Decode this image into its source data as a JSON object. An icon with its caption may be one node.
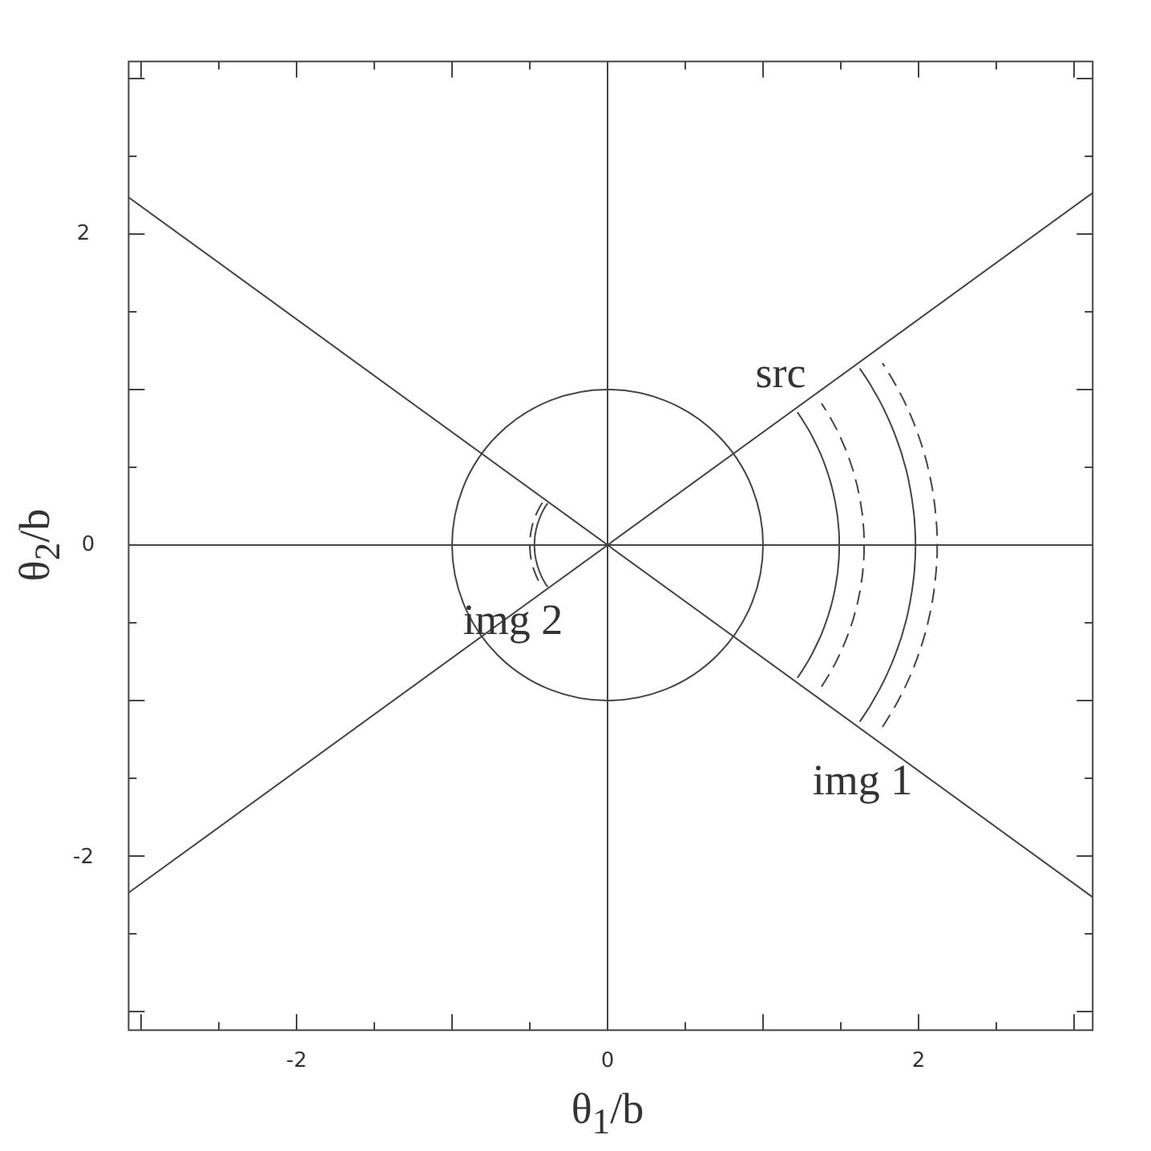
{
  "diagram": {
    "labels": [
      "2",
      "src",
      "θ$_{2}$/b",
      "0",
      "img 2",
      "img 1",
      "-2",
      "-2",
      "0",
      "2",
      "θ$_{1}$/b"
    ]
  }
}
